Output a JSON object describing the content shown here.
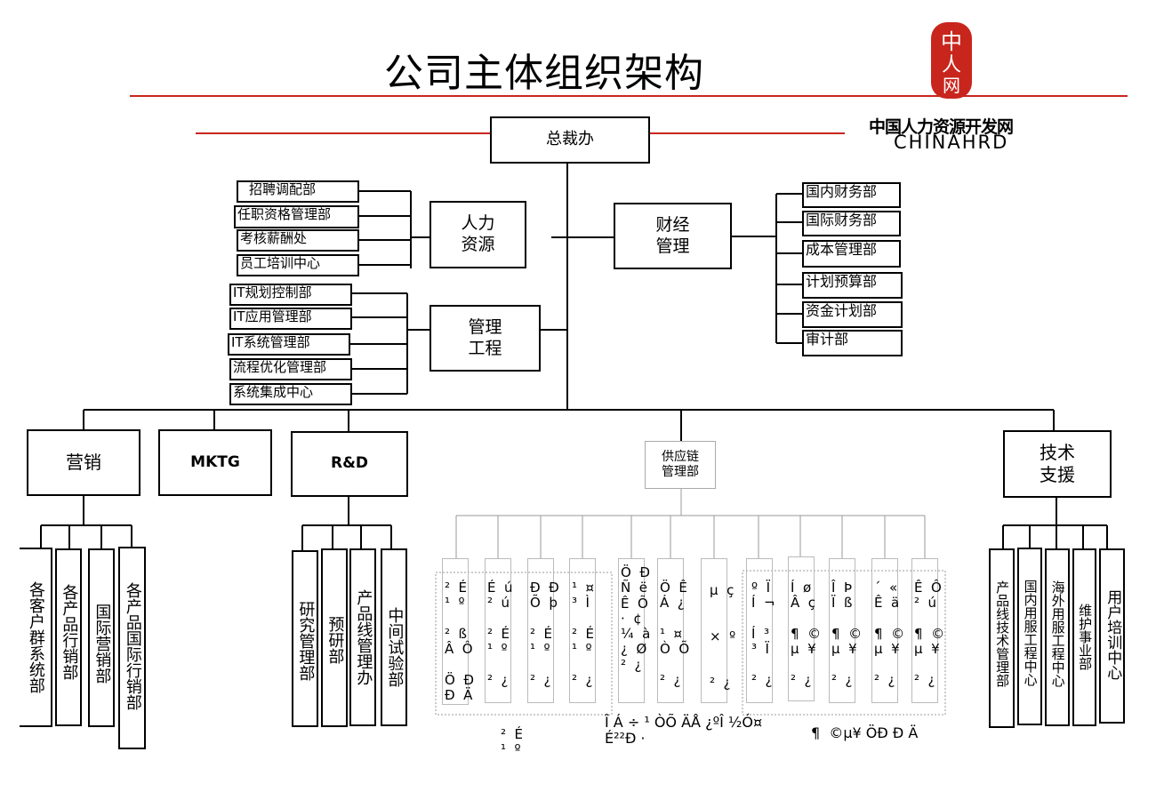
{
  "title": "公司主体组织架构",
  "logo": {
    "seal_text": "中人网",
    "brand_cn": "中国人力资源开发网",
    "brand_en": "CHINAHRD",
    "seal_color": "#c8261d"
  },
  "colors": {
    "accent_line": "#c8261d",
    "line": "#000000",
    "garble_border": "#bbbbbb"
  },
  "top": "总裁办",
  "hr": {
    "label": "人力\n资源",
    "children": [
      "招聘调配部",
      "任职资格管理部",
      "考核薪酬处",
      "员工培训中心"
    ]
  },
  "finance": {
    "label": "财经\n管理",
    "children": [
      "国内财务部",
      "国际财务部",
      "成本管理部",
      "计划预算部",
      "资金计划部",
      "审计部"
    ]
  },
  "mgmt": {
    "label": "管理\n工程",
    "children": [
      "IT规划控制部",
      "IT应用管理部",
      "IT系统管理部",
      "流程优化管理部",
      "系统集成中心"
    ]
  },
  "divisions": {
    "marketing": {
      "label": "营销",
      "children": [
        "各客户群系统部",
        "各产品行销部",
        "国际营销部",
        "各产品国际行销部"
      ]
    },
    "mktg": {
      "label": "MKTG"
    },
    "rd": {
      "label": "R&D",
      "children": [
        "研究管理部",
        "预研部",
        "产品线管理办",
        "中间试验部"
      ]
    },
    "supply": {
      "label": "供应链\n管理部"
    },
    "tech": {
      "label": "技术\n支援",
      "children": [
        "产品线技术管理部",
        "国内用服工程中心",
        "海外用服工程中心",
        "维护事业部",
        "用户培训中心"
      ]
    }
  },
  "supply_garbled": {
    "cols": [
      "²  É\n¹  º\n\n²  ß\nÂ  Ô\n\nÖ  Ð\nÐ  Ä",
      "É  ú\n²  ú\n\n²  É\n¹  º\n\n²  ¿",
      "Ð  Ð\nÕ  þ\n\n²  É\n¹  º\n\n²  ¿",
      "¹  ¤\n³  Ì\n\n²  É\n¹  º\n\n²  ¿",
      "Ö  Ð\nÑ  ë\nÊ  Õ\n·  ¢\n¼  à\n¿  Ø\n²  ¿",
      "Ö  Ê\nÁ  ¿\n\n¹  ¤\nÒ  Õ\n\n²  ¿",
      "µ  ç\n\n\n×  º\n\n\n²  ¿",
      "º  Ï\nÍ  ¬\n\nÍ  ³\n³  Ï\n\n²  ¿",
      "Í  ø\nÂ  ç\n\n¶  ©\nµ  ¥\n\n²  ¿",
      "Î  Þ\nÏ  ß\n\n¶  ©\nµ  ¥\n\n²  ¿",
      "´  «\nÊ  ä\n\n¶  ©\nµ  ¥\n\n²  ¿",
      "Ê  Ô\n²  ú\n\n¶  ©\nµ  ¥\n\n²  ¿"
    ],
    "footer": [
      "²  É\n¹  º",
      "Î  Á ÷ ¹ ÒÕ ÄÅ ¿ºÎ ½Ó¤ É²²Ð ·",
      "¶  ©µ¥ ÖÐ Ð Ä"
    ]
  }
}
